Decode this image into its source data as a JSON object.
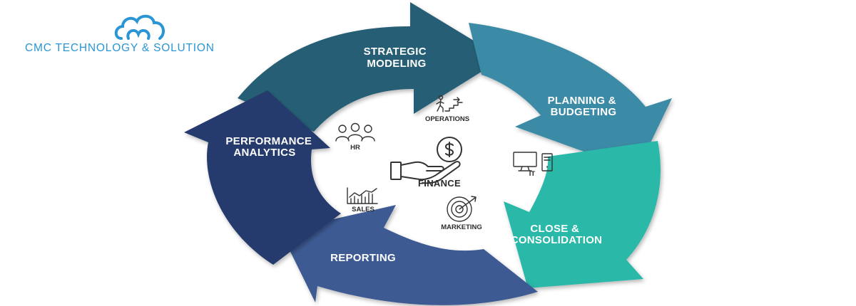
{
  "brand": {
    "name": "CMC TECHNOLOGY & SOLUTION",
    "color": "#2a96d4"
  },
  "cycle": {
    "segments": [
      {
        "id": "strategic",
        "lines": [
          "STRATEGIC",
          "MODELING"
        ],
        "color": "#255e75"
      },
      {
        "id": "planning",
        "lines": [
          "PLANNING &",
          "BUDGETING"
        ],
        "color": "#3a8aa6"
      },
      {
        "id": "close",
        "lines": [
          "CLOSE &",
          "CONSOLIDATION"
        ],
        "color": "#2ab8a8"
      },
      {
        "id": "reporting",
        "lines": [
          "REPORTING"
        ],
        "color": "#3d5a93"
      },
      {
        "id": "performance",
        "lines": [
          "PERFORMANCE",
          "ANALYTICS"
        ],
        "color": "#263a6d"
      }
    ],
    "center": {
      "label": "FINANCE",
      "icon": "money-hand-icon"
    },
    "departments": [
      {
        "id": "operations",
        "label": "OPERATIONS",
        "icon": "stairs-climb-icon"
      },
      {
        "id": "it",
        "label": "IT",
        "icon": "computer-icon"
      },
      {
        "id": "marketing",
        "label": "MARKETING",
        "icon": "target-icon"
      },
      {
        "id": "sales",
        "label": "SALES",
        "icon": "bar-chart-icon"
      },
      {
        "id": "hr",
        "label": "HR",
        "icon": "people-group-icon"
      }
    ]
  }
}
